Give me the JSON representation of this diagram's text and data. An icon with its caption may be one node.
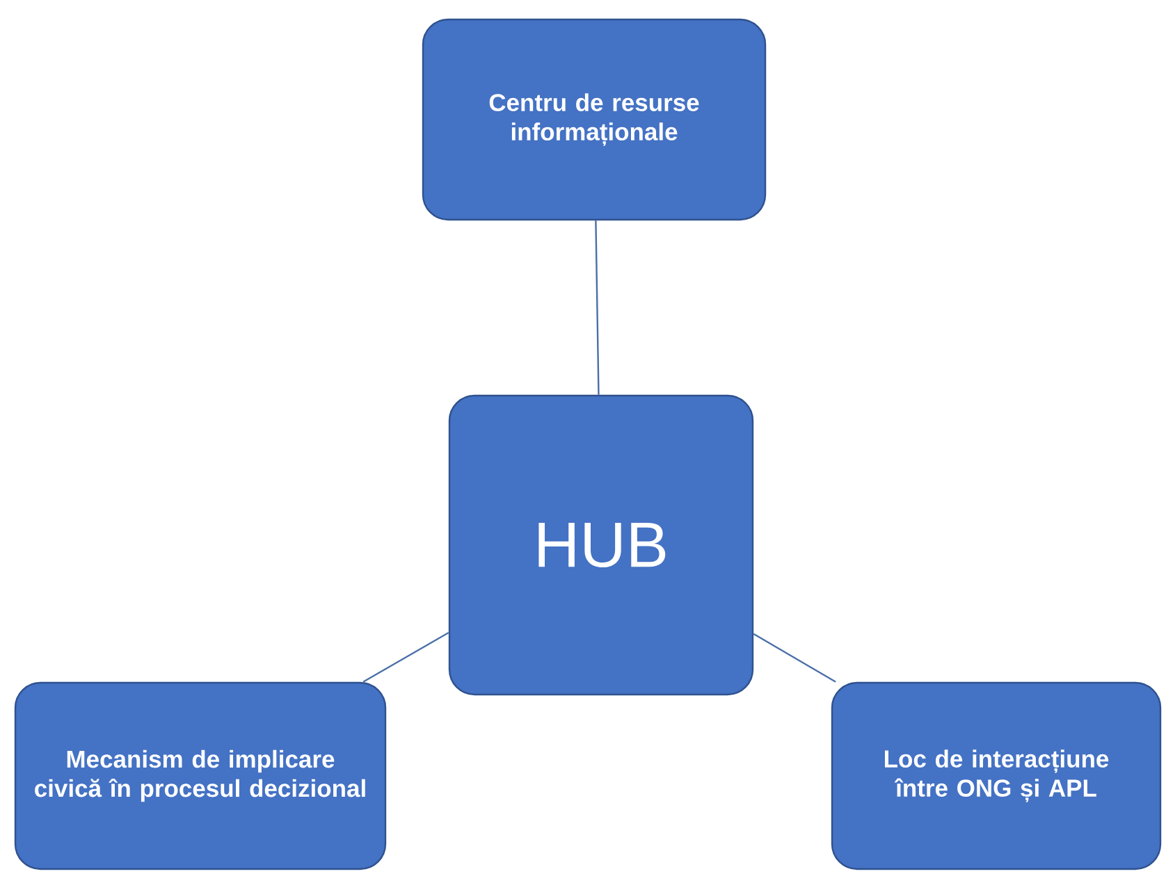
{
  "diagram": {
    "nodes": [
      {
        "text": [
          "Centru de resurse informaționale"
        ]
      },
      {
        "text": [
          "HUB"
        ]
      },
      {
        "text": [
          "Mecanism de implicare civică în procesul decizional"
        ]
      },
      {
        "text": [
          "Loc de interacțiune între ONG și APL"
        ]
      }
    ],
    "edges": [
      {
        "from": 0,
        "to": 1,
        "arrow": "none"
      },
      {
        "from": 2,
        "to": 1,
        "arrow": "none"
      },
      {
        "from": 1,
        "to": 3,
        "arrow": "none"
      }
    ]
  }
}
